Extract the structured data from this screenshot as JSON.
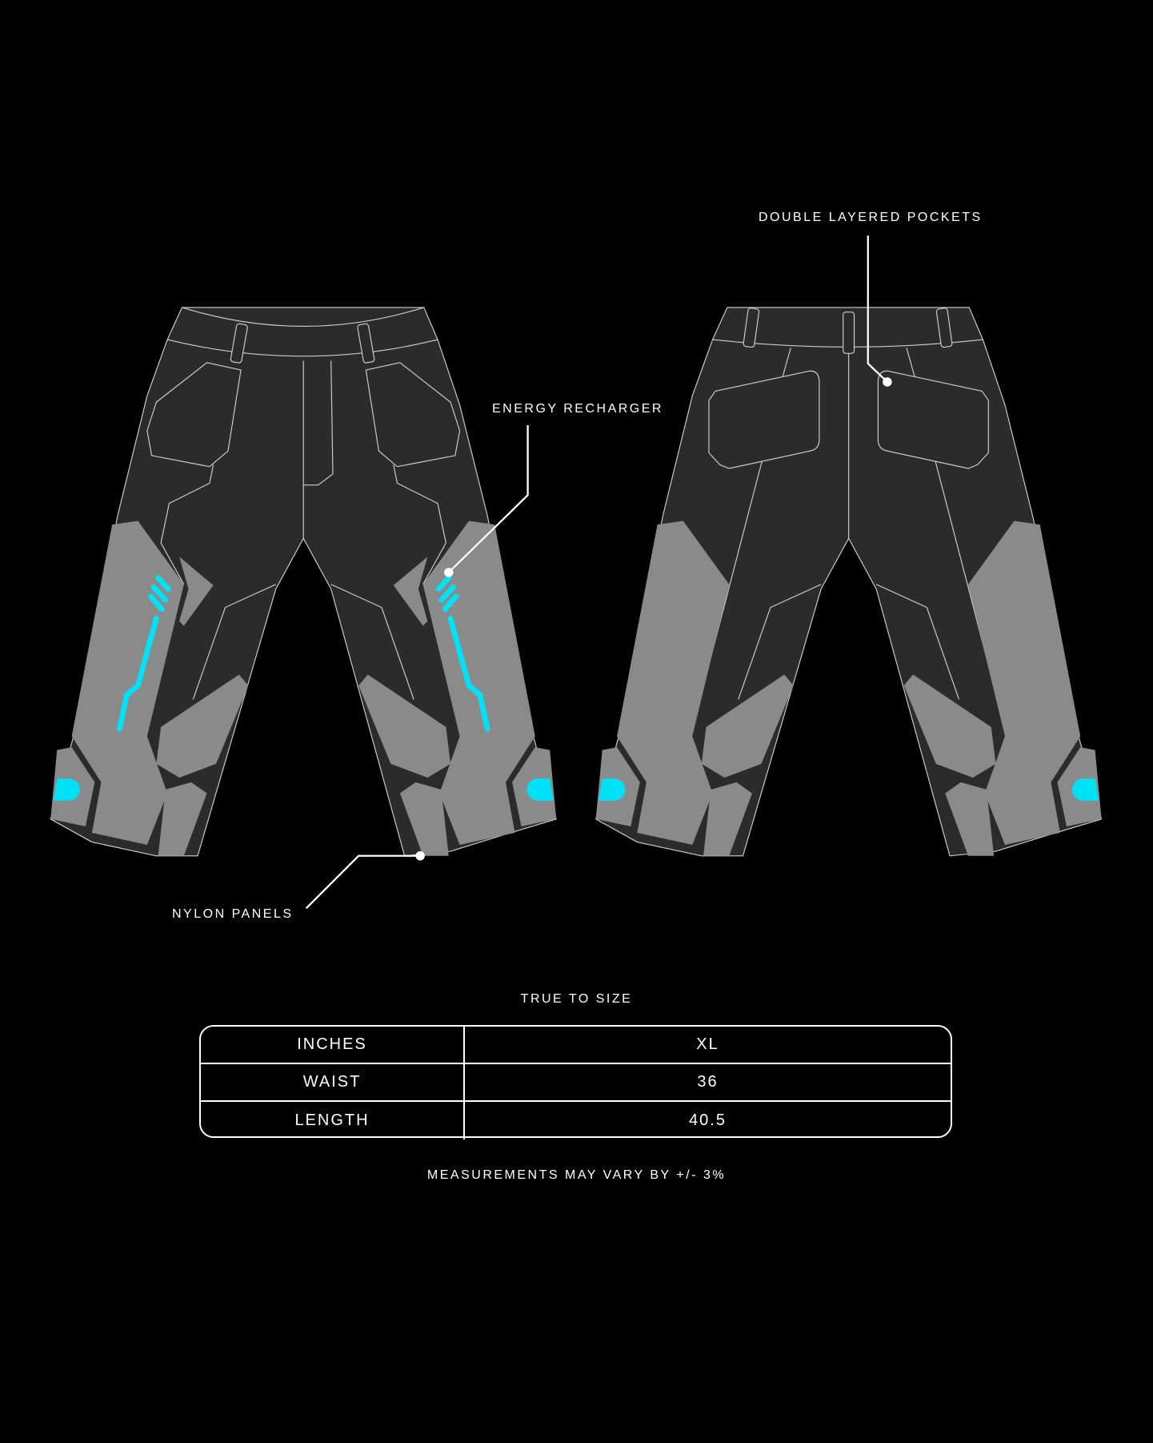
{
  "callouts": {
    "pockets": "DOUBLE LAYERED POCKETS",
    "energy": "ENERGY RECHARGER",
    "nylon": "NYLON PANELS"
  },
  "size_chart": {
    "title": "TRUE TO SIZE",
    "rows": [
      {
        "label": "INCHES",
        "value": "XL"
      },
      {
        "label": "WAIST",
        "value": "36"
      },
      {
        "label": "LENGTH",
        "value": "40.5"
      }
    ],
    "note": "MEASUREMENTS MAY VARY BY +/- 3%"
  },
  "colors": {
    "fabric": "#2b2b2b",
    "panel": "#8a8a8a",
    "accent": "#00e1f5",
    "stitch": "#cfcfcf"
  }
}
